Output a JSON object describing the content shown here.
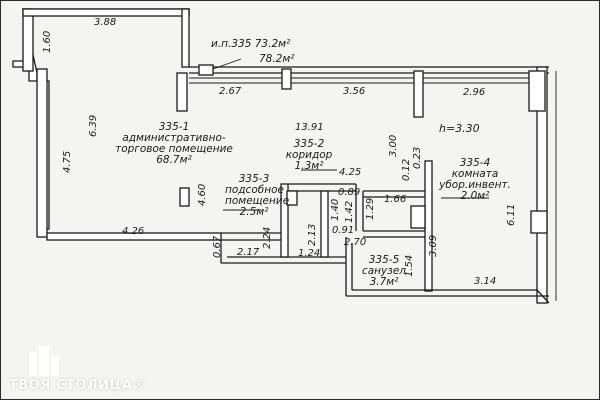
{
  "plan": {
    "header_area_1": "и.п.335  73.2м²",
    "header_area_2": "78.2м²",
    "height": "h=3.30",
    "rooms": [
      {
        "id": "335-1",
        "lines": [
          "335-1",
          "административно-",
          "торговое помещение",
          "68.7м²"
        ]
      },
      {
        "id": "335-2",
        "lines": [
          "335-2",
          "коридор",
          "1.3м²"
        ]
      },
      {
        "id": "335-3",
        "lines": [
          "335-3",
          "подсобное",
          "помещение",
          "2.5м²"
        ]
      },
      {
        "id": "335-4",
        "lines": [
          "335-4",
          "комната",
          "убор.инвент.",
          "2.0м²"
        ]
      },
      {
        "id": "335-5",
        "lines": [
          "335-5",
          "санузел",
          "3.7м²"
        ]
      }
    ],
    "dimensions": {
      "top_388": "3.88",
      "left_160": "1.60",
      "top_267": "2.67",
      "top_356": "3.56",
      "top_296": "2.96",
      "left_639": "6.39",
      "left_475": "4.75",
      "mid_1391": "13.91",
      "mid_300": "3.00",
      "mid_425": "4.25",
      "mid_012": "0.12",
      "mid_023": "0.23",
      "mid_089": "0.89",
      "left_460": "4.60",
      "mid_166": "1.66",
      "mid_142": "1.42",
      "mid_140": "1.40",
      "mid_129": "1.29",
      "mid_091": "0.91",
      "right_611": "6.11",
      "bot_426": "4.26",
      "bot_067": "0.67",
      "bot_224": "2.24",
      "bot_213": "2.13",
      "bot_270": "2.70",
      "bot_309": "3.09",
      "bot_217": "2.17",
      "bot_124": "1.24",
      "bot_154": "1.54",
      "bot_314": "3.14"
    }
  },
  "brand": {
    "name": "ТВОЯ СТОЛИЦА®",
    "icon": "building-logo-icon"
  }
}
